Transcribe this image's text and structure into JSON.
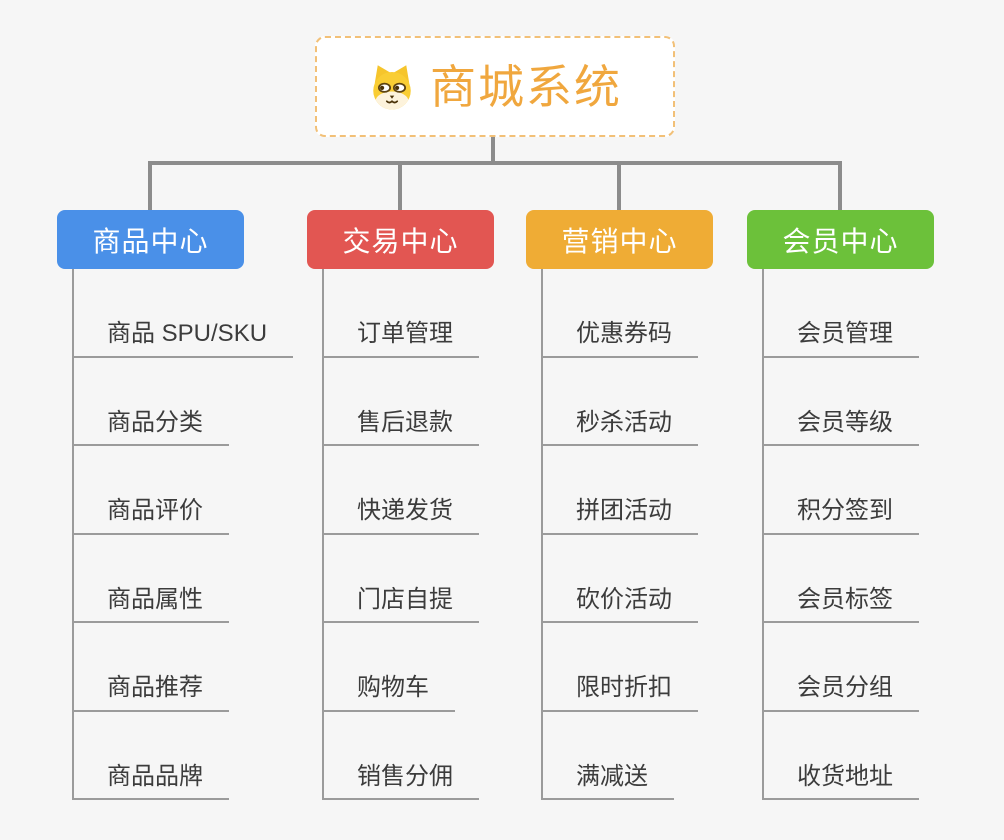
{
  "root": {
    "title": "商城系统",
    "title_color": "#f0a73e",
    "border_color": "#f2c077",
    "icon": "dog-icon"
  },
  "connector_color": "#8c8c8c",
  "leaf_line_color": "#9b9b9b",
  "branches": [
    {
      "label": "商品中心",
      "color": "#4a90e8",
      "items": [
        "商品 SPU/SKU",
        "商品分类",
        "商品评价",
        "商品属性",
        "商品推荐",
        "商品品牌"
      ]
    },
    {
      "label": "交易中心",
      "color": "#e25652",
      "items": [
        "订单管理",
        "售后退款",
        "快递发货",
        "门店自提",
        "购物车",
        "销售分佣"
      ]
    },
    {
      "label": "营销中心",
      "color": "#efac35",
      "items": [
        "优惠券码",
        "秒杀活动",
        "拼团活动",
        "砍价活动",
        "限时折扣",
        "满减送"
      ]
    },
    {
      "label": "会员中心",
      "color": "#6cc13a",
      "items": [
        "会员管理",
        "会员等级",
        "积分签到",
        "会员标签",
        "会员分组",
        "收货地址"
      ]
    }
  ]
}
